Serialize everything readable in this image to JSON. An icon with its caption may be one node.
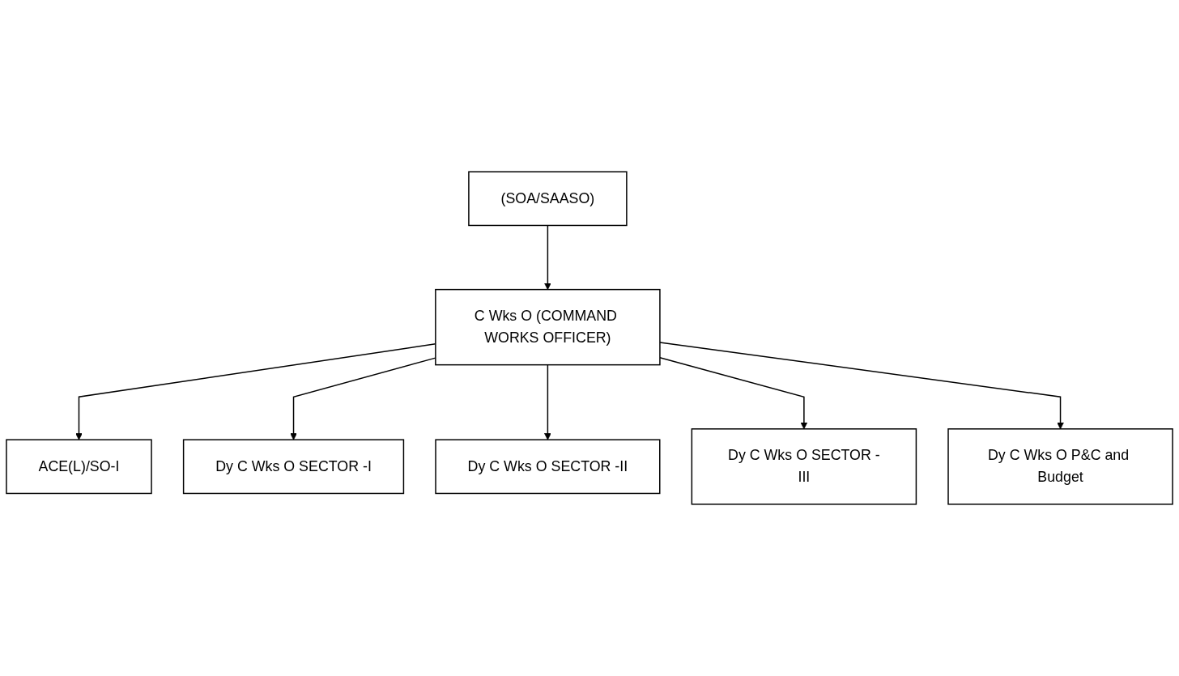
{
  "diagram": {
    "nodes": [
      {
        "text": [
          "(SOA/SAASO)"
        ]
      },
      {
        "text": [
          "C Wks O (COMMAND WORKS OFFICER)"
        ]
      },
      {
        "text": [
          "ACE(L)/SO-I"
        ]
      },
      {
        "text": [
          "Dy C Wks O SECTOR -I"
        ]
      },
      {
        "text": [
          "Dy C Wks O SECTOR -II"
        ]
      },
      {
        "text": [
          "Dy C Wks O SECTOR -III"
        ]
      },
      {
        "text": [
          "Dy C Wks O P&C and Budget"
        ]
      }
    ],
    "edges": [
      {
        "from": 0,
        "to": 1,
        "arrow": "to"
      },
      {
        "from": 1,
        "to": 2,
        "arrow": "to"
      },
      {
        "from": 1,
        "to": 3,
        "arrow": "to"
      },
      {
        "from": 1,
        "to": 4,
        "arrow": "to"
      },
      {
        "from": 1,
        "to": 5,
        "arrow": "to"
      },
      {
        "from": 1,
        "to": 6,
        "arrow": "to"
      }
    ]
  }
}
